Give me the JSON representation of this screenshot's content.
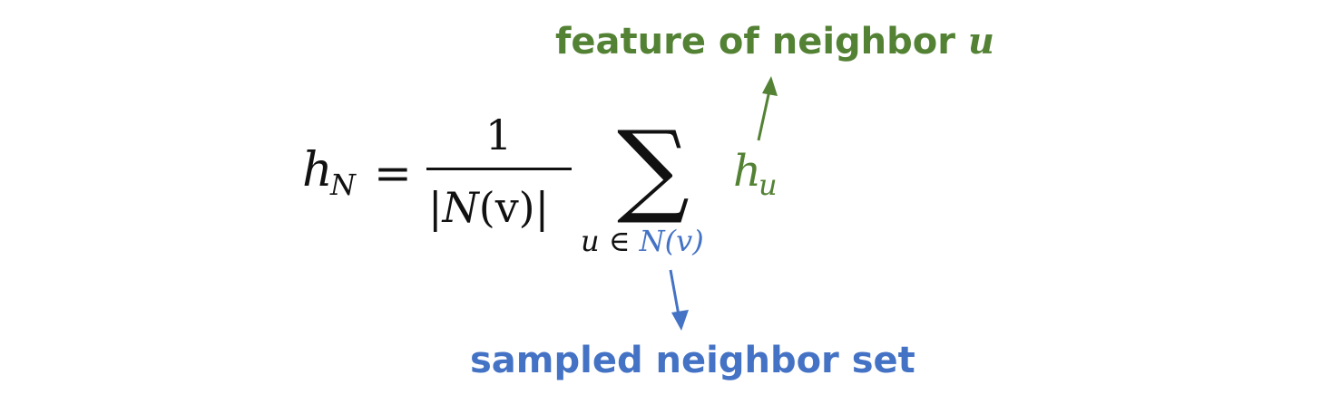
{
  "formula": {
    "lhs_symbol": "h",
    "lhs_subscript": "N",
    "equals": "=",
    "numerator": "1",
    "denominator_open": "|",
    "denominator_set": "N",
    "denominator_arg": "(v)",
    "denominator_close": "|",
    "sum_symbol": "∑",
    "sum_index": "u",
    "sum_in": "∈",
    "sum_set": "N(v)",
    "term_symbol": "h",
    "term_subscript": "u"
  },
  "annotations": {
    "feature_label": "feature of neighbor",
    "feature_var": "u",
    "set_label": "sampled neighbor set"
  },
  "colors": {
    "green": "#548235",
    "blue": "#4472C4",
    "black": "#111111"
  }
}
